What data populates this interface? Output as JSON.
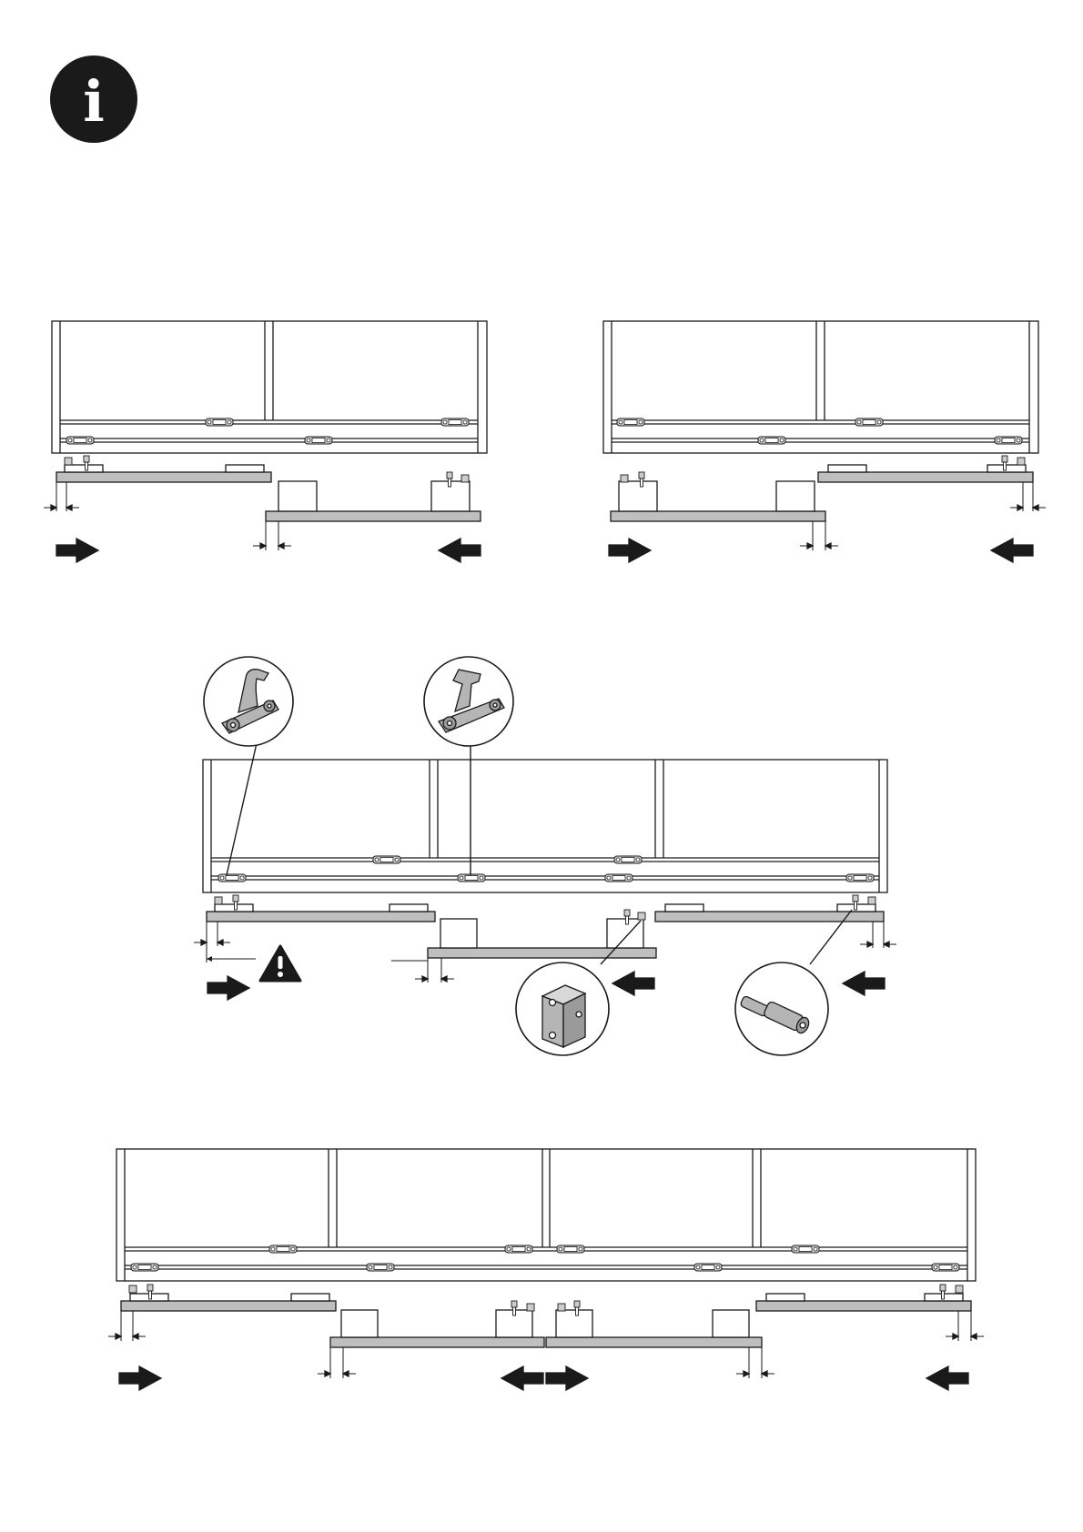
{
  "info_badge": {
    "icon": "info-icon",
    "glyph": "i",
    "color": "#1a1a1a"
  },
  "warning_badge": {
    "icon": "warning-triangle-icon",
    "glyph": "!"
  },
  "colors": {
    "line": "#1a1a1a",
    "rail_fill": "#bfbfbf",
    "part_fill": "#b5b5b5",
    "background": "#ffffff"
  },
  "configurations": [
    {
      "name": "two-door-config-a",
      "doors": 2
    },
    {
      "name": "two-door-config-b",
      "doors": 2
    },
    {
      "name": "three-door-config",
      "doors": 3
    },
    {
      "name": "four-door-config",
      "doors": 4
    }
  ],
  "detail_callouts": [
    {
      "name": "top-guide-bracket-left-detail",
      "icon": "bracket-icon"
    },
    {
      "name": "top-guide-bracket-right-detail",
      "icon": "bracket-icon"
    },
    {
      "name": "stop-block-detail",
      "icon": "stop-block-icon"
    },
    {
      "name": "stop-pin-detail",
      "icon": "stop-pin-icon"
    }
  ]
}
